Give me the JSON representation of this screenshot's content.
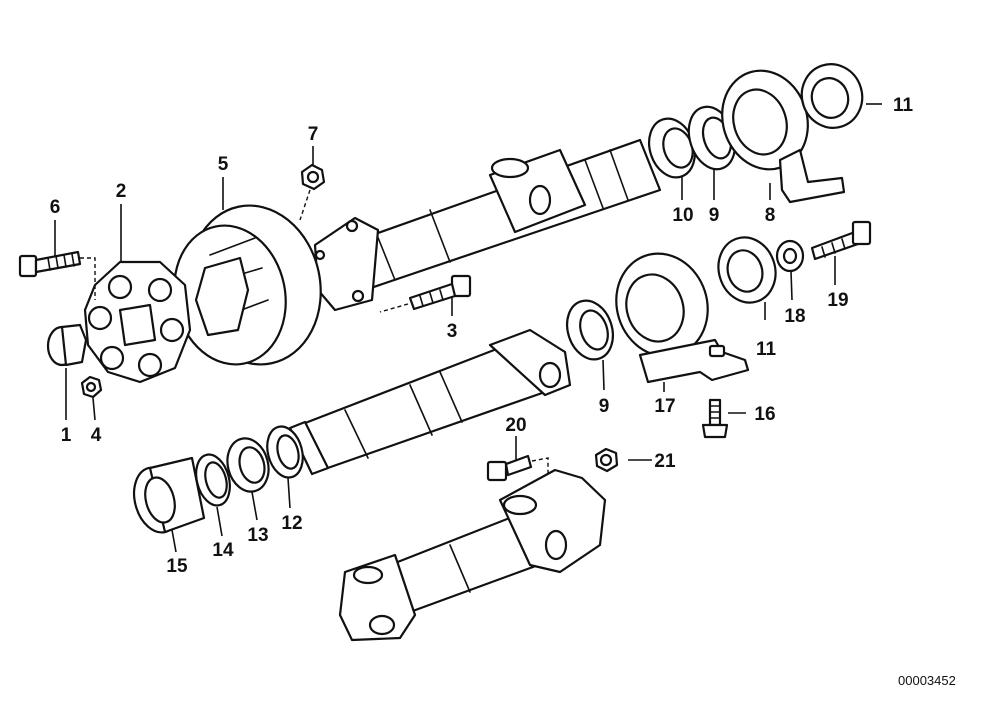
{
  "diagram": {
    "reference_code": "00003452",
    "callouts": [
      "1",
      "2",
      "3",
      "4",
      "5",
      "6",
      "7",
      "8",
      "9",
      "9",
      "10",
      "11",
      "11",
      "12",
      "13",
      "14",
      "15",
      "16",
      "17",
      "18",
      "19",
      "20",
      "21"
    ]
  }
}
